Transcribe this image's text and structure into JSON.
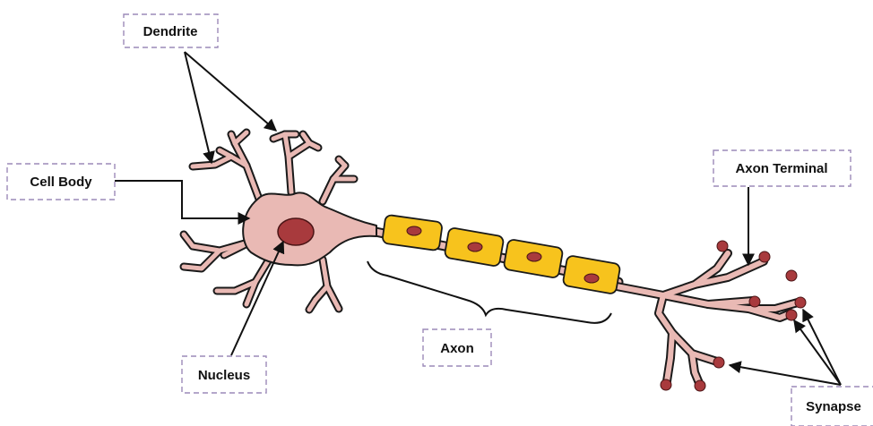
{
  "diagram": {
    "labels": {
      "dendrite": "Dendrite",
      "cell_body": "Cell Body",
      "axon_terminal": "Axon Terminal",
      "nucleus": "Nucleus",
      "axon": "Axon",
      "synapse": "Synapse"
    },
    "colors": {
      "cell_body": "#e9b9b4",
      "nucleus": "#a83a3d",
      "myelin_sheath": "#f7c31d",
      "synaptic_bouton": "#a83a3d",
      "label_border": "#9c8ab8"
    }
  }
}
